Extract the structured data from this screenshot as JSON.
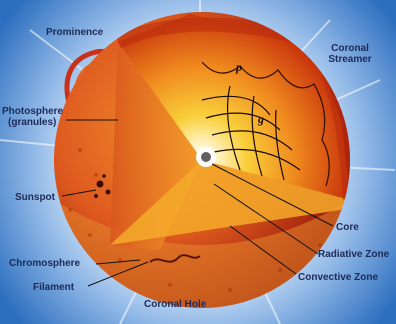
{
  "diagram": {
    "labels": {
      "prominence": "Prominence",
      "coronal_streamer_line1": "Coronal",
      "coronal_streamer_line2": "Streamer",
      "photosphere_line1": "Photosphere",
      "photosphere_line2": "(granules)",
      "sunspot": "Sunspot",
      "chromosphere": "Chromosphere",
      "filament": "Filament",
      "coronal_hole": "Coronal Hole",
      "core": "Core",
      "radiative_zone": "Radiative Zone",
      "convective_zone": "Convective Zone"
    },
    "wave_mode_labels": {
      "p": "p",
      "g": "g"
    },
    "colors": {
      "corona": "#8fb7e6",
      "sky": "#2d6fbf",
      "surface": "#d8401a",
      "surface_dark": "#9c1f0b",
      "interior": "#f6c12c",
      "core": "#ffffff",
      "label_text": "#1e2a57"
    }
  }
}
